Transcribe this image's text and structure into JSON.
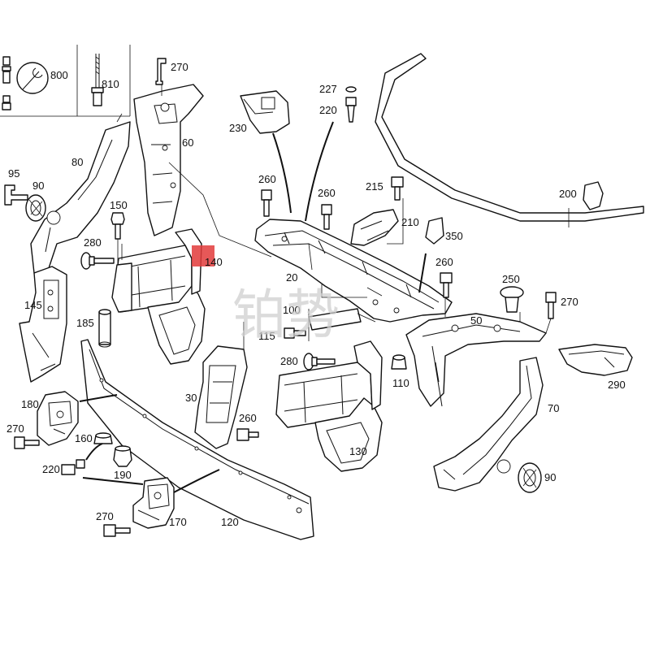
{
  "watermark": "铂势",
  "highlight_color": "#e23b3b",
  "labels": {
    "l800": "800",
    "l810": "810",
    "l270a": "270",
    "l60": "60",
    "l80": "80",
    "l95": "95",
    "l90a": "90",
    "l150": "150",
    "l280a": "280",
    "l140": "140",
    "l145": "145",
    "l185": "185",
    "l180": "180",
    "l270b": "270",
    "l160": "160",
    "l220a": "220",
    "l190": "190",
    "l170": "170",
    "l270c": "270",
    "l120": "120",
    "l30": "30",
    "l260a": "260",
    "l230": "230",
    "l227": "227",
    "l220b": "220",
    "l260b": "260",
    "l260c": "260",
    "l215": "215",
    "l210": "210",
    "l20": "20",
    "l100": "100",
    "l115": "115",
    "l280b": "280",
    "l110": "110",
    "l130": "130",
    "l200": "200",
    "l350": "350",
    "l260d": "260",
    "l250": "250",
    "l270d": "270",
    "l50": "50",
    "l290": "290",
    "l70": "70",
    "l90b": "90"
  }
}
